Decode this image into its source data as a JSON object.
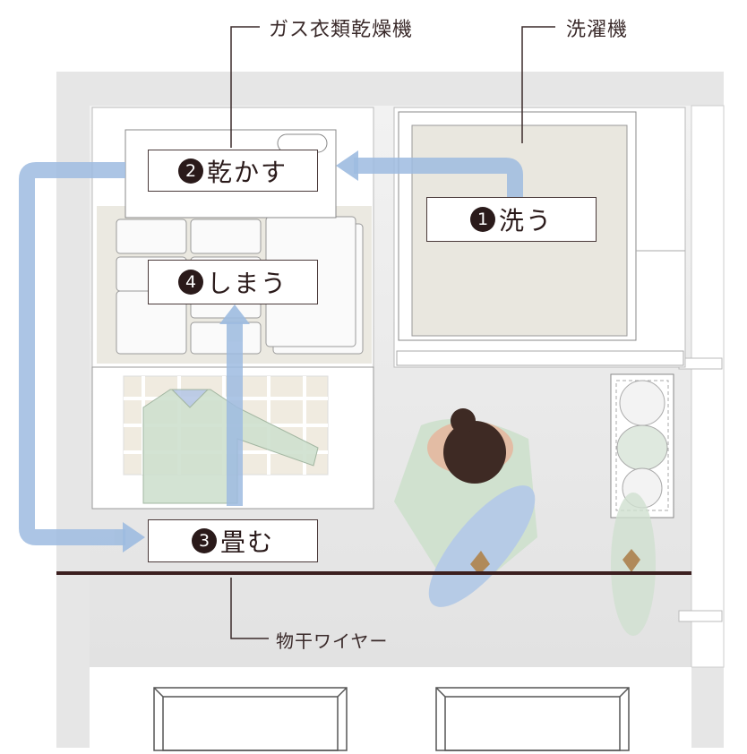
{
  "labels": {
    "dryer": "ガス衣類乾燥機",
    "washer": "洗濯機",
    "wire": "物干ワイヤー"
  },
  "steps": [
    {
      "num": "1",
      "label": "洗う"
    },
    {
      "num": "2",
      "label": "乾かす"
    },
    {
      "num": "3",
      "label": "畳む"
    },
    {
      "num": "4",
      "label": "しまう"
    }
  ],
  "colors": {
    "arrow": "#9dbbe0",
    "wall": "#e4e4e4",
    "wire": "#3b1f1f"
  }
}
